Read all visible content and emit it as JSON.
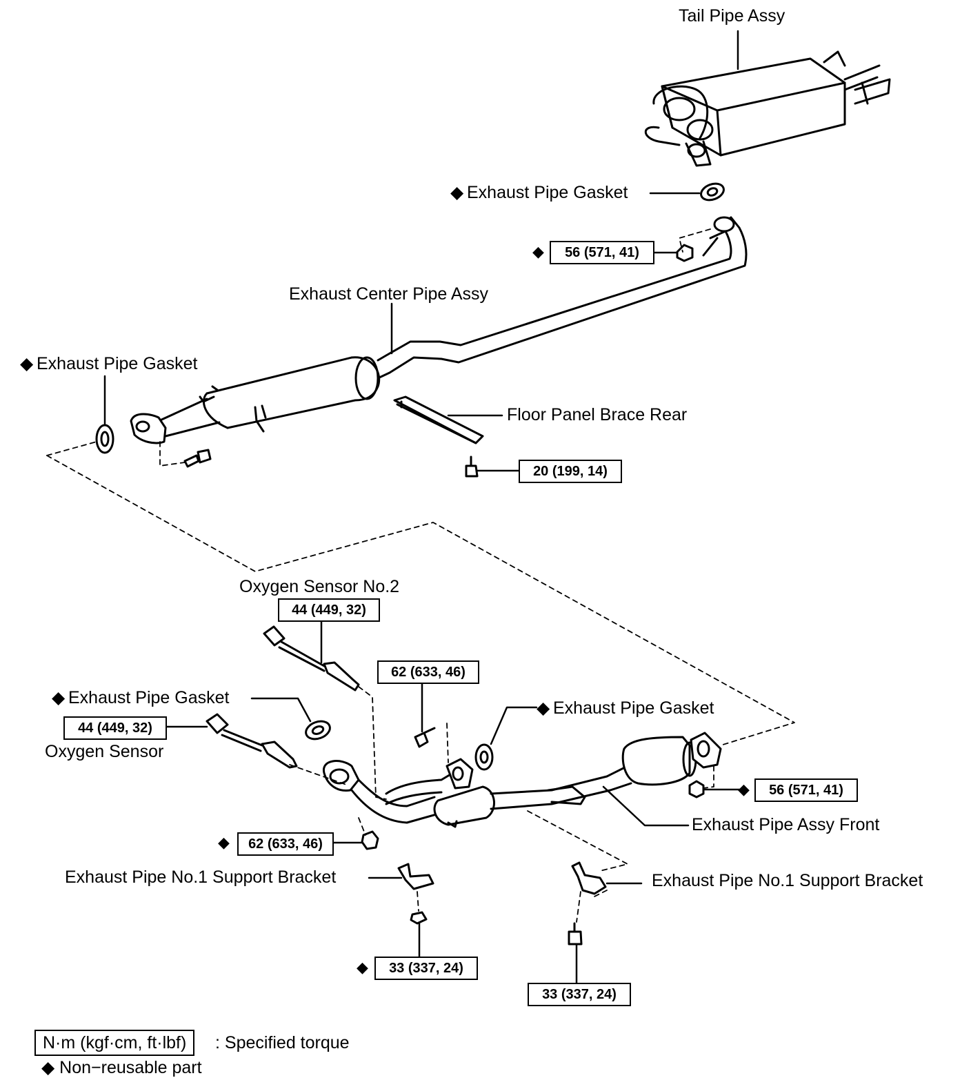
{
  "marker": "◆",
  "labels": {
    "tail_pipe": "Tail Pipe Assy",
    "gasket_top": "Exhaust Pipe Gasket",
    "center_pipe": "Exhaust Center Pipe Assy",
    "gasket_left": "Exhaust Pipe Gasket",
    "floor_brace": "Floor Panel Brace Rear",
    "o2_sensor_no2": "Oxygen Sensor No.2",
    "gasket_mid_left": "Exhaust Pipe Gasket",
    "gasket_mid_right": "Exhaust Pipe Gasket",
    "o2_sensor": "Oxygen Sensor",
    "front_pipe": "Exhaust Pipe Assy Front",
    "bracket_left": "Exhaust Pipe No.1 Support Bracket",
    "bracket_right": "Exhaust Pipe No.1 Support Bracket"
  },
  "torques": {
    "center_flange_nut": "56 (571, 41)",
    "brace_bolt": "20 (199, 14)",
    "o2_sensor_no2": "44 (449, 32)",
    "manifold_bolt": "62 (633, 46)",
    "o2_sensor": "44 (449, 32)",
    "front_flange_nut": "56 (571, 41)",
    "manifold_nut": "62 (633, 46)",
    "bracket_left_nut": "33 (337, 24)",
    "bracket_right_bolt": "33 (337, 24)"
  },
  "legend": {
    "unit": "N·m (kgf·cm, ft·lbf)",
    "unit_desc": ": Specified torque",
    "nonreusable": "◆ Non−reusable part"
  },
  "colors": {
    "ink": "#000000",
    "paper": "#ffffff"
  }
}
